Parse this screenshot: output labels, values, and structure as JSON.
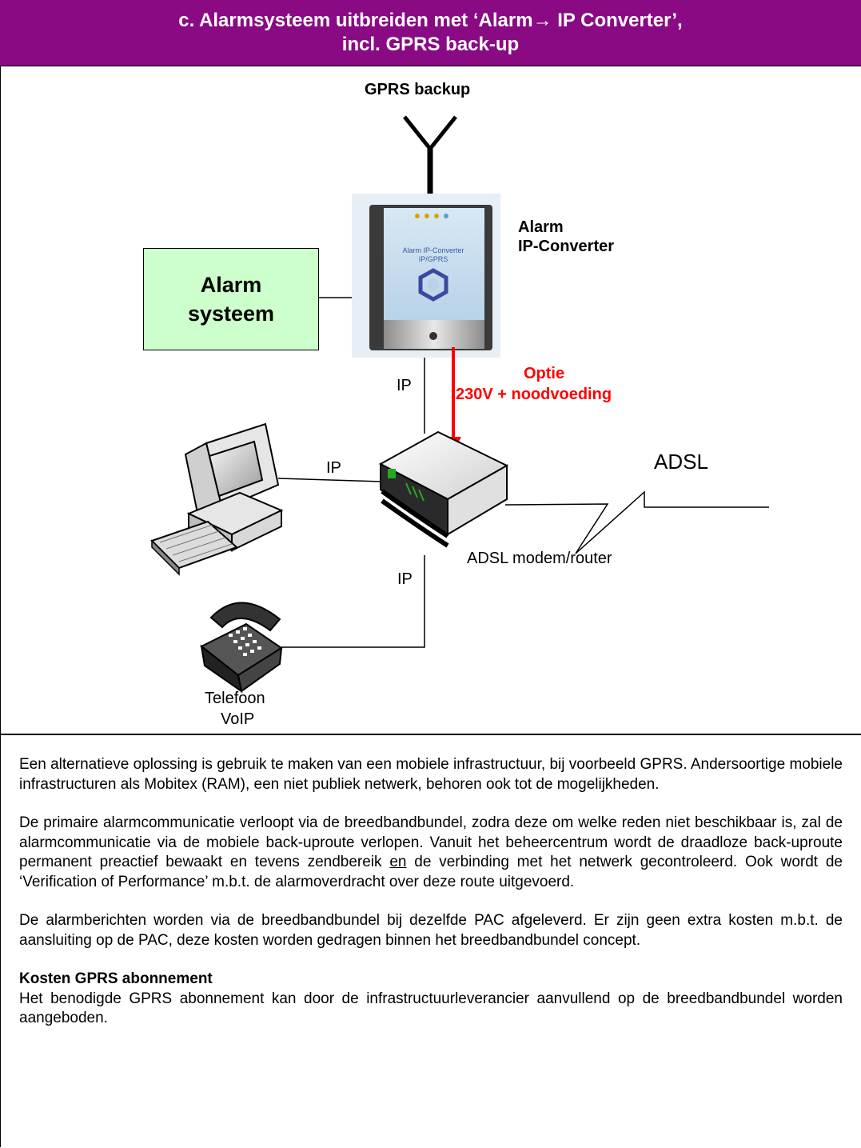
{
  "header": {
    "title_line1": "c. Alarmsysteem uitbreiden met  ‘Alarm→ IP Converter’,",
    "title_line2": "incl. GPRS back-up"
  },
  "diagram": {
    "gprs_label": "GPRS backup",
    "converter_label_1": "Alarm",
    "converter_label_2": "IP-Converter",
    "device_text_1": "Alarm IP-Converter",
    "device_text_2": "IP/GPRS",
    "alarm_box_1": "Alarm",
    "alarm_box_2": "systeem",
    "ip_top": "IP",
    "option_1": "Optie",
    "option_2": "230V + noodvoeding",
    "ip_pc": "IP",
    "adsl": "ADSL",
    "modem_label": "ADSL modem/router",
    "ip_phone": "IP",
    "phone_1": "Telefoon",
    "phone_2": "VoIP"
  },
  "body": {
    "p1": "Een alternatieve oplossing is gebruik te maken van een mobiele infrastructuur, bij voorbeeld GPRS. Andersoortige mobiele infrastructuren als Mobitex (RAM), een niet publiek netwerk, behoren ook tot de mogelijkheden.",
    "p2a": "De primaire alarmcommunicatie verloopt via de breedbandbundel, zodra deze om welke reden niet beschikbaar is, zal de alarmcommunicatie via de mobiele back-uproute verlopen. Vanuit het beheercentrum wordt de draadloze back-uproute permanent preactief bewaakt en tevens zendbereik ",
    "p2_en": "en",
    "p2b": " de verbinding met het netwerk gecontroleerd. Ook wordt de ‘Verification of Performance’ m.b.t. de alarmoverdracht over deze route uitgevoerd.",
    "p3": "De alarmberichten worden via de breedbandbundel bij dezelfde PAC afgeleverd. Er zijn geen extra kosten m.b.t. de aansluiting op de PAC, deze kosten worden gedragen binnen het breedbandbundel concept.",
    "h4": "Kosten GPRS abonnement",
    "p4": "Het benodigde GPRS abonnement kan door de infrastructuurleverancier aanvullend op de breedbandbundel worden aangeboden."
  }
}
